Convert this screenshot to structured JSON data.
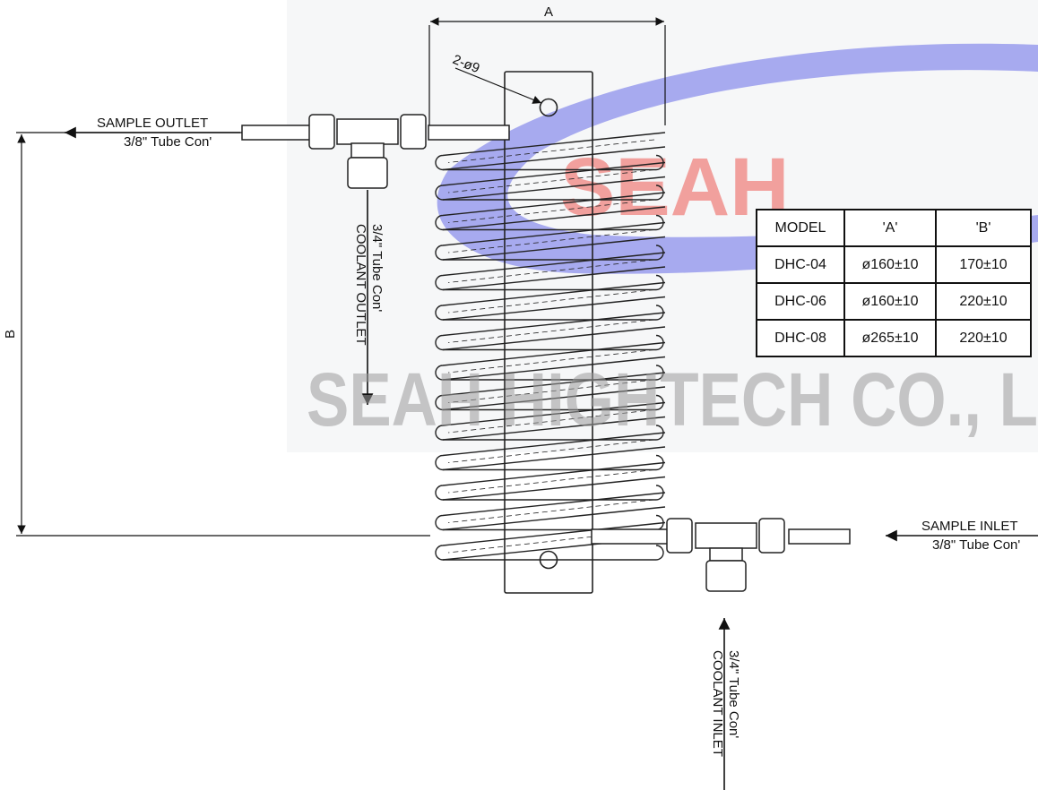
{
  "watermark": {
    "brand": "SEAH",
    "company": "SEAH HIGHTECH CO., L"
  },
  "dimensions": {
    "width_label": "A",
    "height_label": "B",
    "hole_label": "2-ø9"
  },
  "connections": {
    "sample_outlet": {
      "name": "SAMPLE OUTLET",
      "size": "3/8\" Tube Con'"
    },
    "sample_inlet": {
      "name": "SAMPLE INLET",
      "size": "3/8\" Tube Con'"
    },
    "coolant_outlet": {
      "size": "3/4\" Tube Con'",
      "name": "COOLANT OUTLET"
    },
    "coolant_inlet": {
      "size": "3/4\" Tube Con'",
      "name": "COOLANT INLET"
    }
  },
  "spec_table": {
    "headers": [
      "MODEL",
      "'A'",
      "'B'"
    ],
    "rows": [
      [
        "DHC-04",
        "ø160±10",
        "170±10"
      ],
      [
        "DHC-06",
        "ø160±10",
        "220±10"
      ],
      [
        "DHC-08",
        "ø265±10",
        "220±10"
      ]
    ]
  }
}
